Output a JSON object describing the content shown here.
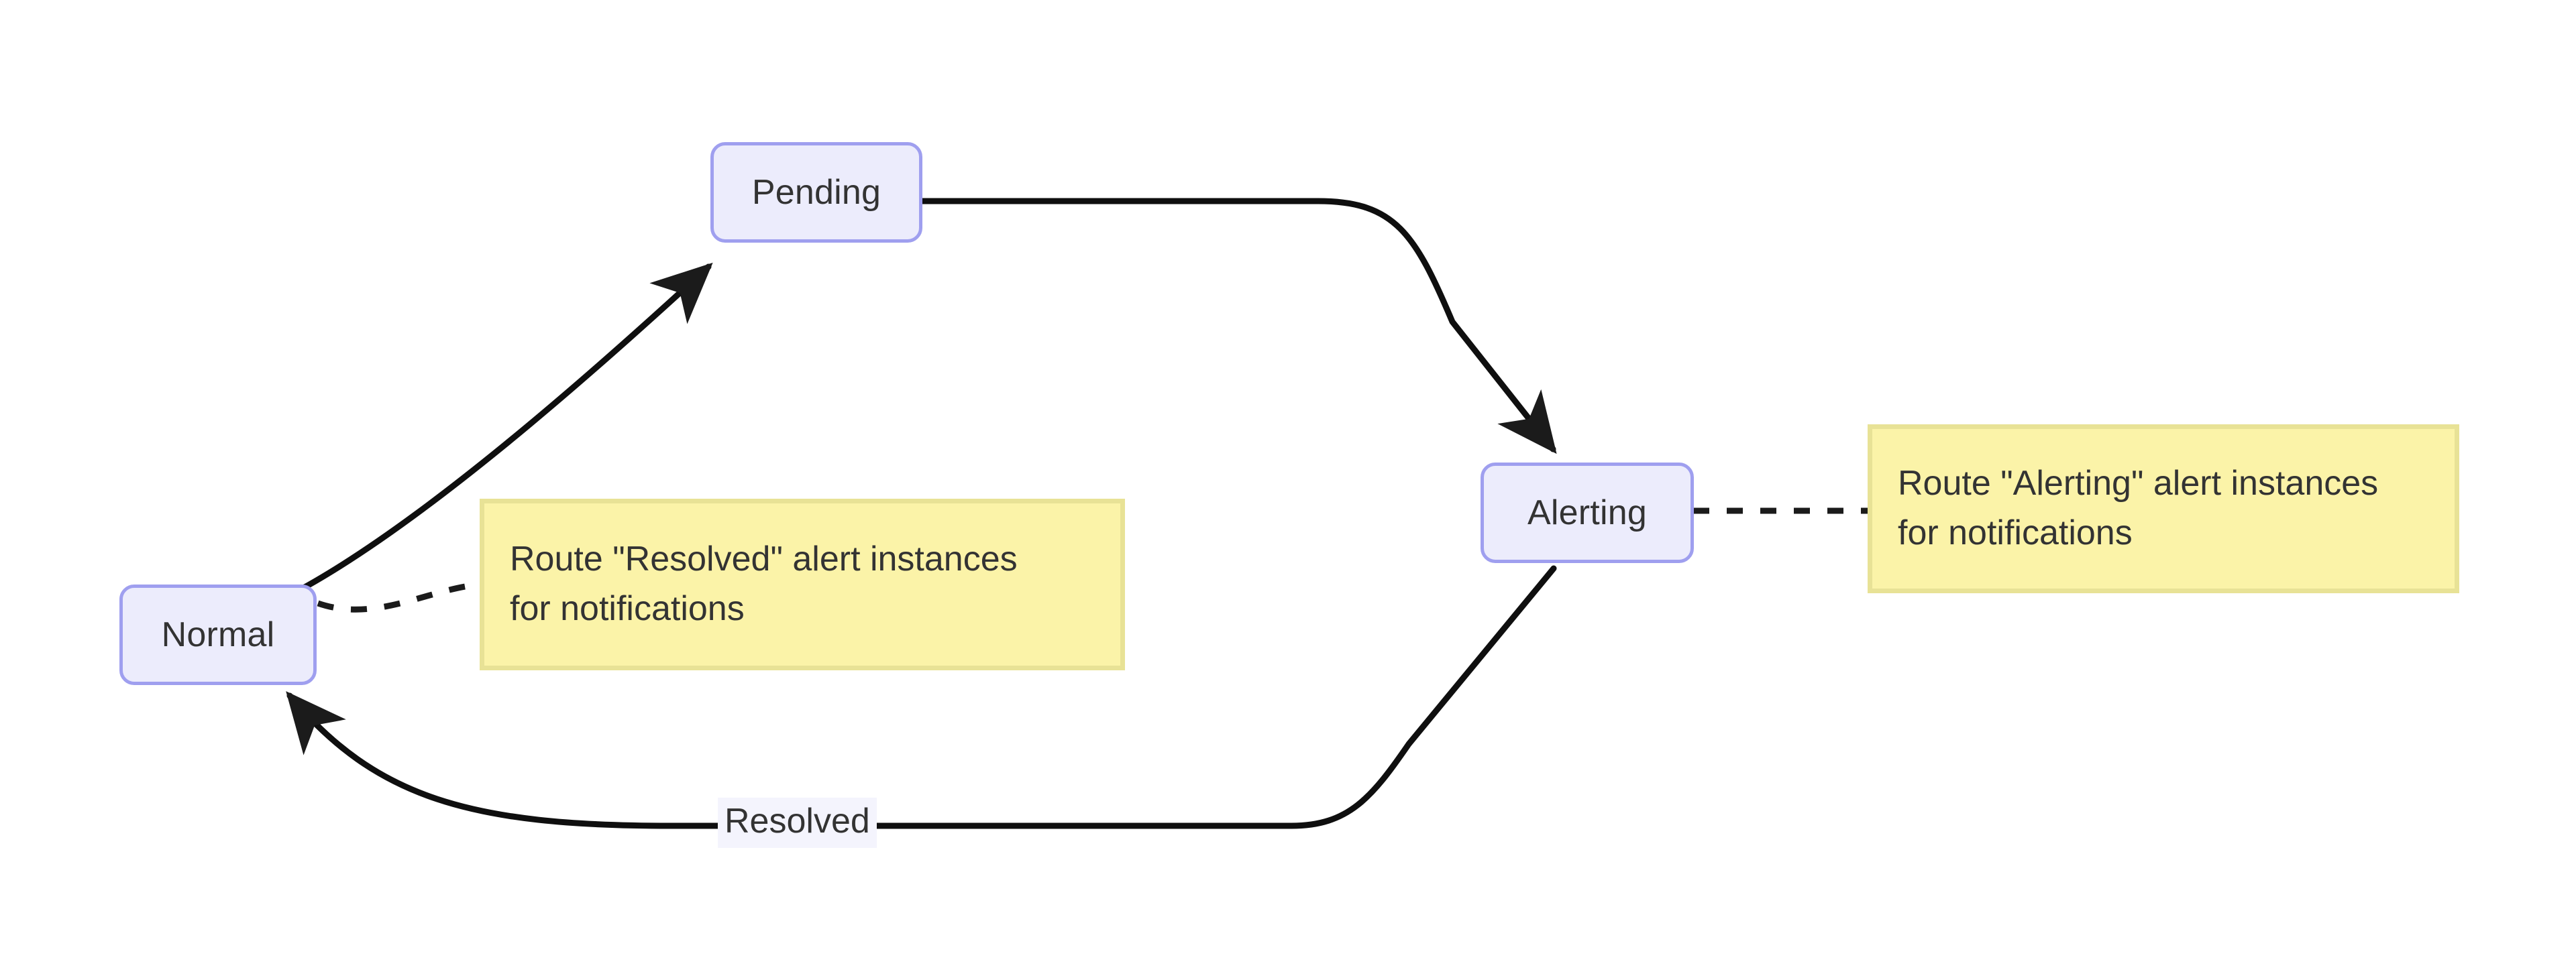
{
  "diagram": {
    "type": "state-transition-flowchart",
    "background_color": "#ffffff",
    "node_fill_color": "#ececfc",
    "node_border_color": "#9f9fef",
    "note_fill_color": "#fbf3a8",
    "note_border_color": "#e8e296",
    "edge_color": "#000000",
    "text_color": "#333333",
    "nodes": [
      {
        "id": "normal",
        "label": "Normal"
      },
      {
        "id": "pending",
        "label": "Pending"
      },
      {
        "id": "alerting",
        "label": "Alerting"
      }
    ],
    "edges": [
      {
        "id": "normal-to-pending",
        "from": "Normal",
        "to": "Pending",
        "label": "",
        "style": "solid",
        "arrow": true
      },
      {
        "id": "pending-to-alerting",
        "from": "Pending",
        "to": "Alerting",
        "label": "",
        "style": "solid",
        "arrow": true
      },
      {
        "id": "alerting-to-normal",
        "from": "Alerting",
        "to": "Normal",
        "label": "Resolved",
        "style": "solid",
        "arrow": true
      },
      {
        "id": "normal-note-link",
        "from": "Normal",
        "to": "note-resolved",
        "label": "",
        "style": "dashed",
        "arrow": false
      },
      {
        "id": "alerting-note-link",
        "from": "Alerting",
        "to": "note-alerting",
        "label": "",
        "style": "dashed",
        "arrow": false
      }
    ],
    "edge_labels": [
      {
        "id": "resolved-label",
        "text": "Resolved"
      }
    ],
    "notes": [
      {
        "id": "note-resolved",
        "attached_to": "Normal",
        "line1": "Route \"Resolved\" alert instances",
        "line2": "for notifications"
      },
      {
        "id": "note-alerting",
        "attached_to": "Alerting",
        "line1": "Route \"Alerting\" alert instances",
        "line2": "for notifications"
      }
    ]
  }
}
